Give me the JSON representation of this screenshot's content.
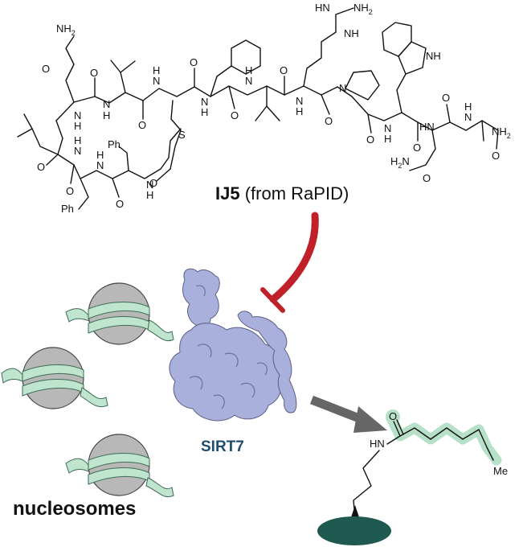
{
  "peptide": {
    "name": "IJ5",
    "source": "(from RaPID)"
  },
  "atoms": {
    "nh2": "NH",
    "nh2_sub": "2",
    "o": "O",
    "n": "N",
    "h": "H",
    "s": "S",
    "ph": "Ph",
    "hn": "HN",
    "nh": "NH",
    "h2n": "H",
    "h2n_tail": "N",
    "me": "Me"
  },
  "protein": {
    "name": "SIRT7"
  },
  "nucleosomes": {
    "label": "nucleosomes"
  },
  "colors": {
    "inhibition_arrow": "#c0202a",
    "action_arrow": "#666666",
    "protein": "#aab0dc",
    "histone_core": "#b8b8b8",
    "dna_ribbon": "#bfe5cf",
    "acyl_highlight": "#b6e0c8",
    "sirt7_text": "#1f4e70",
    "substrate_ellipse": "#1f5a50"
  }
}
